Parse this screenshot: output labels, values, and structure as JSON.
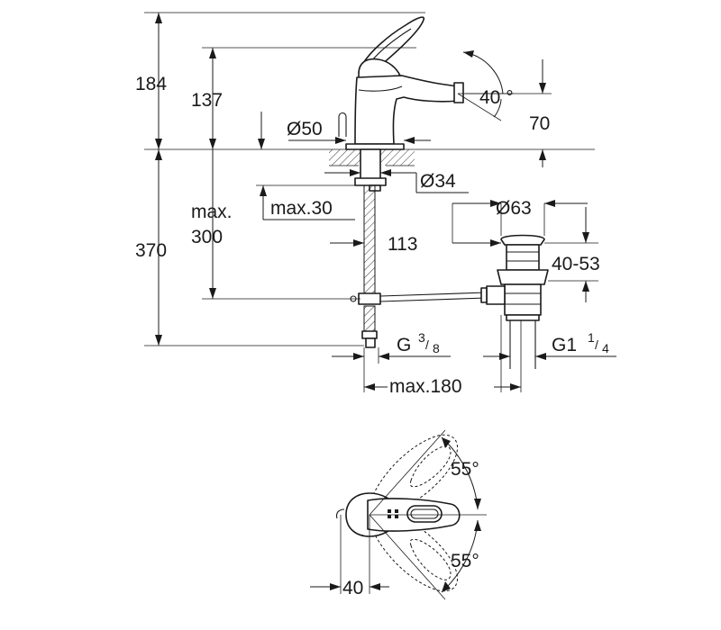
{
  "drawing": {
    "side_view": {
      "height_total": "184",
      "height_spout": "137",
      "base_diameter": "Ø50",
      "spout_angle": "40 °",
      "spout_height": "70",
      "hole_diameter": "Ø34",
      "max_thickness": "max.30",
      "max_depth_prefix": "max.",
      "max_depth": "300",
      "pipe_length": "113",
      "total_below": "370",
      "waste_diameter": "Ø63",
      "waste_range": "40-53",
      "connection_left_main": "G",
      "connection_left_num": "3",
      "connection_left_den": "8",
      "connection_right_main": "G1",
      "connection_right_num": "1",
      "connection_right_den": "4",
      "max_distance": "max.180"
    },
    "top_view": {
      "angle_up": "55°",
      "angle_down": "55°",
      "offset": "40"
    }
  }
}
